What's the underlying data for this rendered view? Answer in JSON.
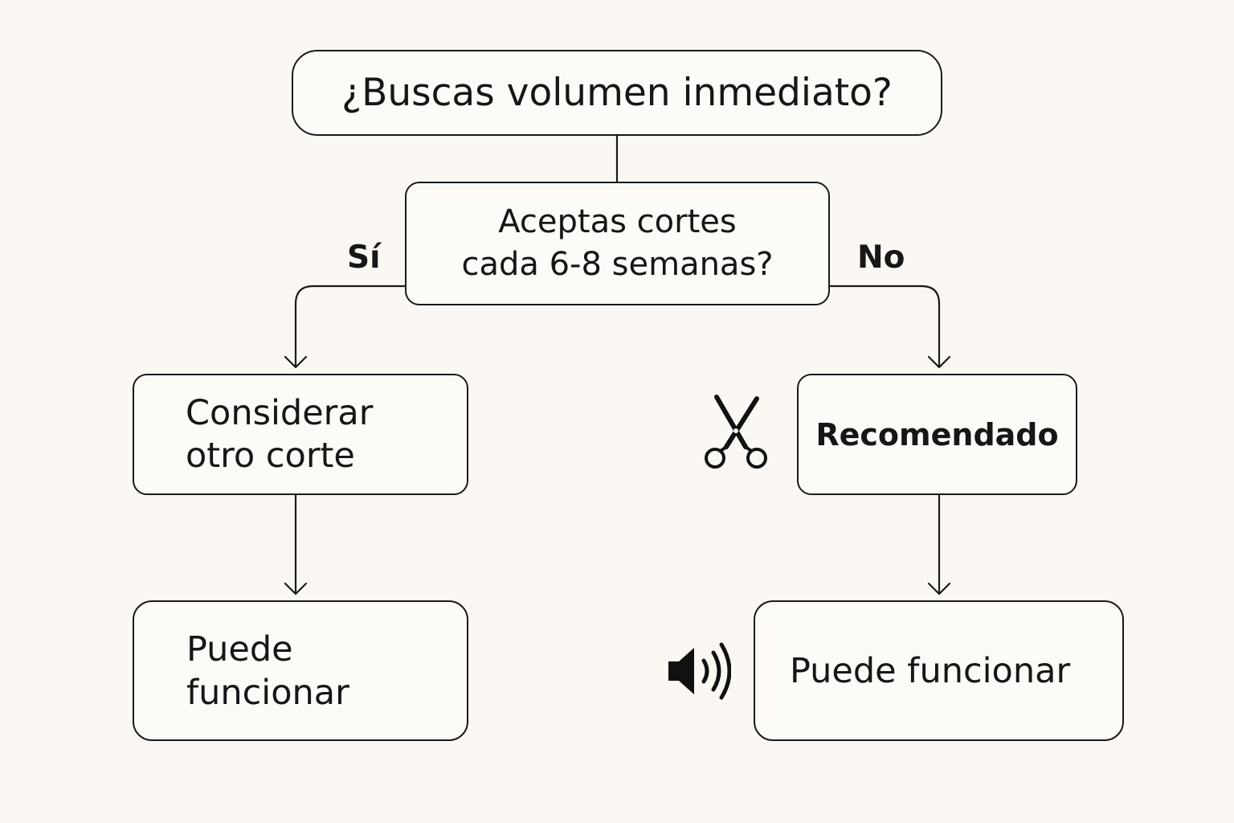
{
  "nodes": {
    "question_main": "¿Buscas volumen inmediato?",
    "question_cuts": "Aceptas cortes\ncada 6-8 semanas?",
    "left_step": "Considerar\notro corte",
    "right_step": "Recomendado",
    "left_result": "Puede\nfuncionar",
    "right_result": "Puede funcionar"
  },
  "branches": {
    "yes": "Sí",
    "no": "No"
  },
  "icons": {
    "right_step_icon": "scissors-icon",
    "right_result_icon": "speaker-volume-icon"
  }
}
